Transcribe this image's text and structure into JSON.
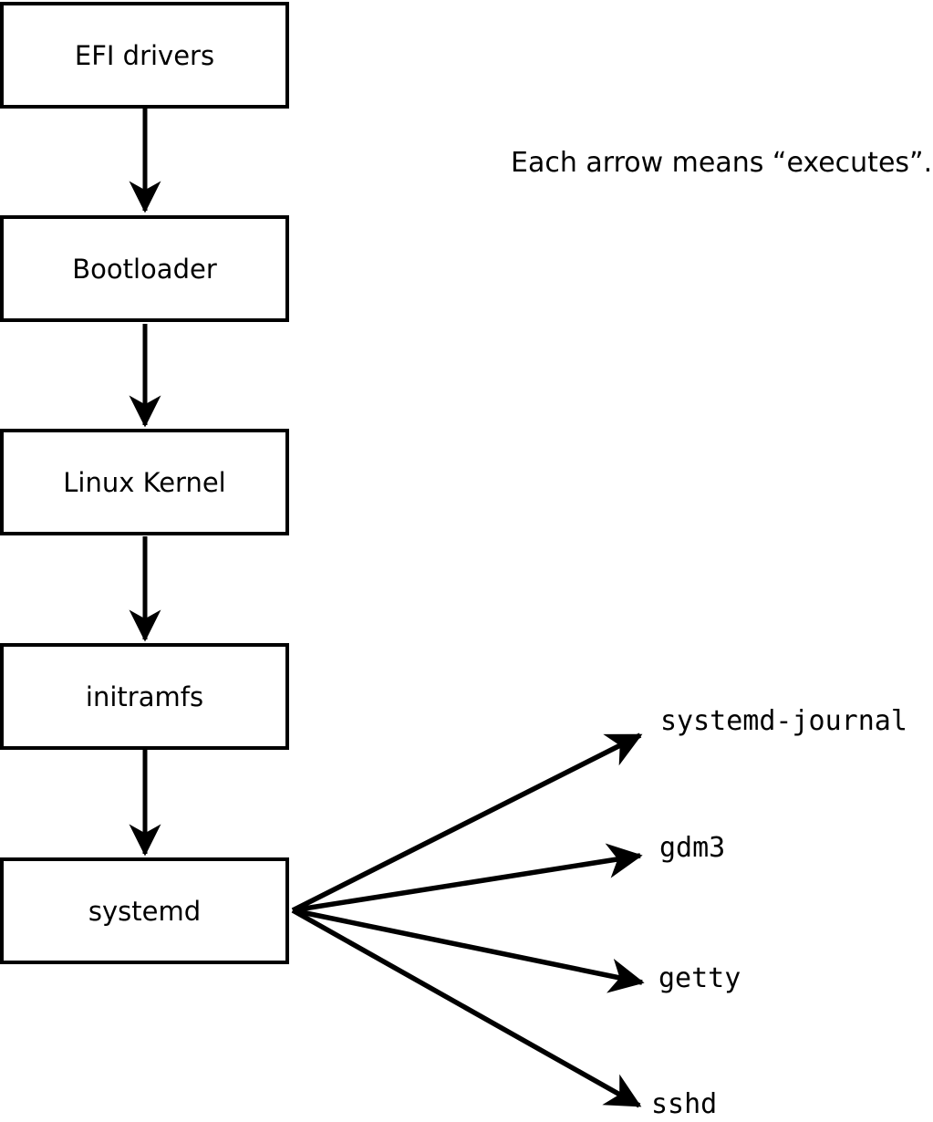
{
  "diagram": {
    "caption": "Each arrow means “executes”.",
    "boxes": [
      {
        "id": "efi-drivers",
        "label": "EFI drivers"
      },
      {
        "id": "bootloader",
        "label": "Bootloader"
      },
      {
        "id": "linux-kernel",
        "label": "Linux Kernel"
      },
      {
        "id": "initramfs",
        "label": "initramfs"
      },
      {
        "id": "systemd",
        "label": "systemd"
      }
    ],
    "targets": [
      {
        "id": "systemd-journal",
        "label": "systemd-journal"
      },
      {
        "id": "gdm3",
        "label": "gdm3"
      },
      {
        "id": "getty",
        "label": "getty"
      },
      {
        "id": "sshd",
        "label": "sshd"
      }
    ],
    "colors": {
      "line": "#000000",
      "box_border": "#000000",
      "box_fill": "#ffffff",
      "background": "#ffffff"
    }
  }
}
